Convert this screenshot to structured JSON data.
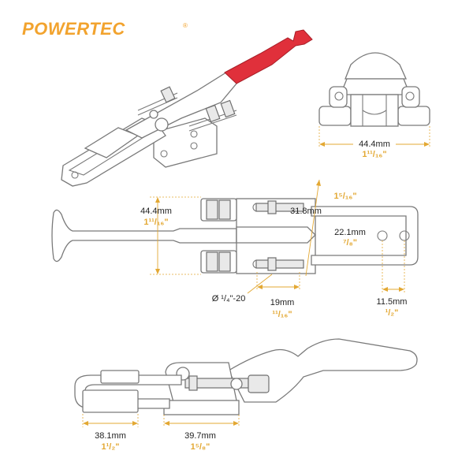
{
  "brand": {
    "logo_text": "POWERTEC",
    "registered_mark": "®",
    "color": "#F2A32E"
  },
  "colors": {
    "dimension_inch": "#E3A833",
    "handle_red": "#E0303B",
    "outline": "#7a7a7a"
  },
  "dimensions": {
    "end_view_width": {
      "mm": "44.4mm",
      "inch": "1¹¹/₁₆\""
    },
    "top_base_width": {
      "mm": "44.4mm",
      "inch": "1¹¹/₁₆\""
    },
    "top_body_width": {
      "inch": "1⁵/₁₆\""
    },
    "top_latch_length": {
      "mm": "31.8mm"
    },
    "top_loop_width": {
      "mm": "22.1mm",
      "inch": "⁷/₈\""
    },
    "thread": {
      "label": "Ø ¹/₄\"-20"
    },
    "hole_spacing": {
      "mm": "19mm",
      "inch": "¹¹/₁₆\""
    },
    "loop_end": {
      "mm": "11.5mm",
      "inch": "¹/₂\""
    },
    "side_left": {
      "mm": "38.1mm",
      "inch": "1¹/₂\""
    },
    "side_base": {
      "mm": "39.7mm",
      "inch": "1⁵/₈\""
    }
  }
}
